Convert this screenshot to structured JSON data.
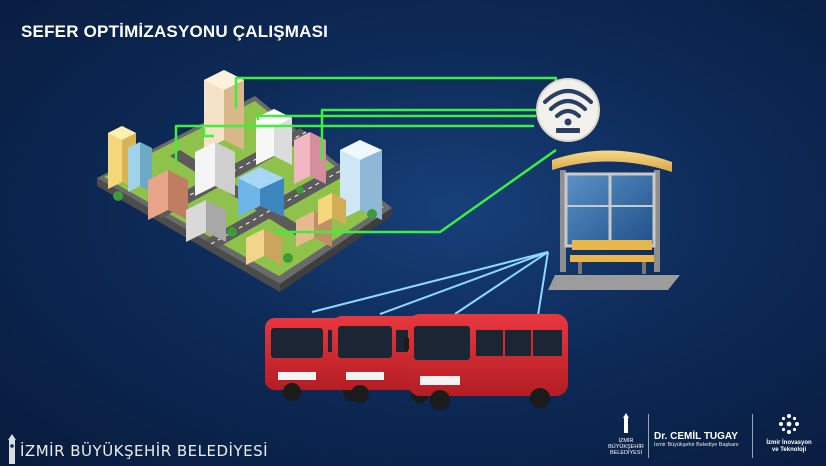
{
  "slide": {
    "title": "SEFER OPTİMİZASYONU ÇALIŞMASI"
  },
  "footer": {
    "org_name": "İZMİR BÜYÜKŞEHİR BELEDİYESİ",
    "logo_org_lines": [
      "İZMİR",
      "BÜYÜKŞEHİR",
      "BELEDİYESİ"
    ],
    "mayor_name": "Dr. CEMİL TUGAY",
    "mayor_role": "İzmir Büyükşehir Belediye Başkanı",
    "innovation_line1": "İzmir İnovasyon",
    "innovation_line2": "ve Teknoloji"
  },
  "colors": {
    "connection_green": "#3ef03e",
    "connection_blue": "#8fd8ff",
    "bus_red": "#d9272e",
    "background": "#0d2a57"
  },
  "icons": [
    "wifi-icon",
    "city-icon",
    "bus-stop-icon",
    "bus-icon"
  ]
}
